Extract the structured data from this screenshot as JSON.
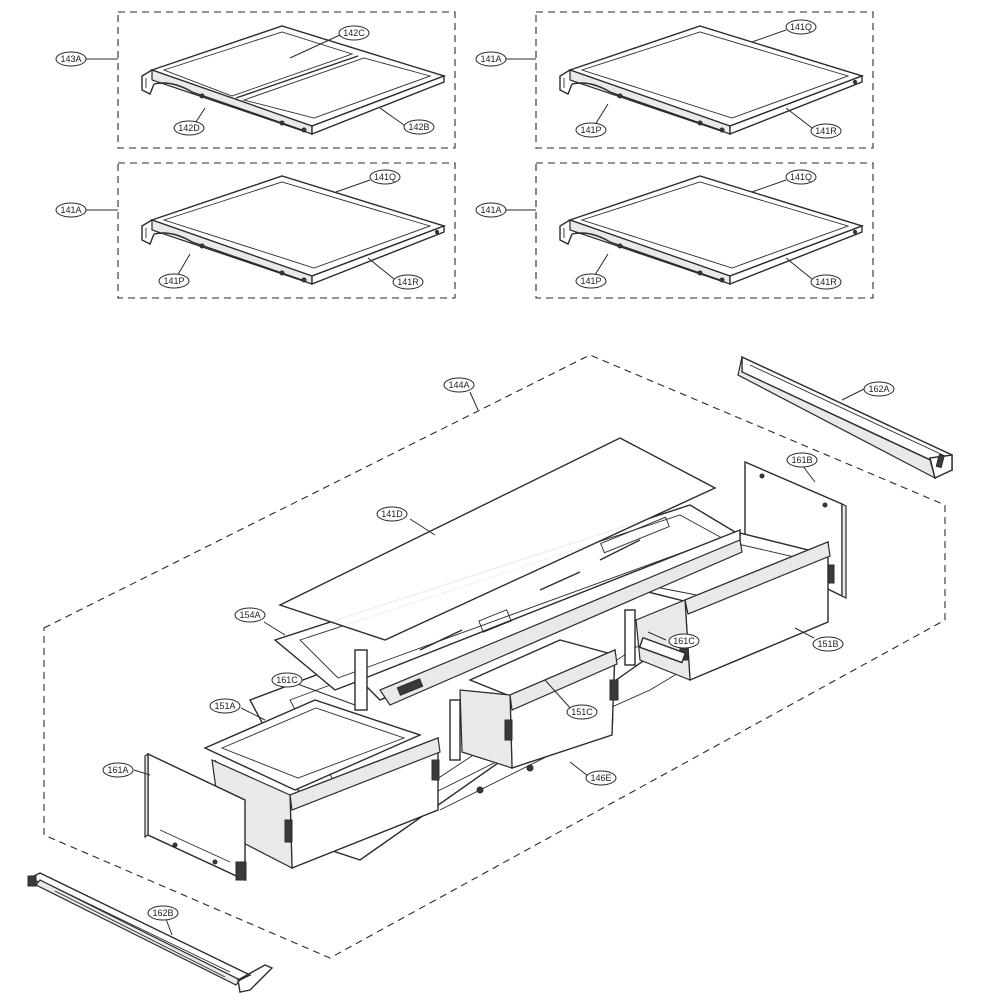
{
  "panels": [
    {
      "group": "143A",
      "parts": {
        "top": "142C",
        "left": "142D",
        "right": "142B"
      }
    },
    {
      "group": "141A",
      "parts": {
        "top": "141Q",
        "left": "141P",
        "right": "141R"
      }
    },
    {
      "group": "141A",
      "parts": {
        "top": "141Q",
        "left": "141P",
        "right": "141R"
      }
    },
    {
      "group": "141A",
      "parts": {
        "top": "141Q",
        "left": "141P",
        "right": "141R"
      }
    }
  ],
  "assembly": {
    "group": "144A",
    "cover_glass": "141D",
    "frame": "154A",
    "rail_top": "162A",
    "rail_bottom": "162B",
    "drawer_left": "151A",
    "drawer_mid": "151C",
    "drawer_right": "151B",
    "slide_left": "161C",
    "slide_right": "161C",
    "front_left": "161A",
    "front_right": "161B",
    "base": "146E"
  }
}
